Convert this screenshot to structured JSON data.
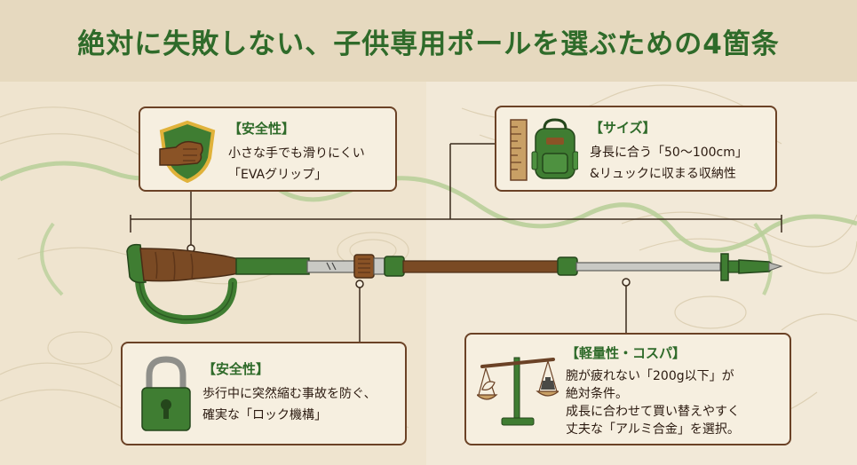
{
  "title": "絶対に失敗しない、子供専用ポールを選ぶための4箇条",
  "cards": {
    "grip": {
      "heading": "【安全性】",
      "line1": "小さな手でも滑りにくい",
      "line2": "「EVAグリップ」",
      "icon": "shield-hand-icon"
    },
    "size": {
      "heading": "【サイズ】",
      "line1": "身長に合う「50～100cm」",
      "line2": "&リュックに収まる収納性",
      "icon": "backpack-ruler-icon"
    },
    "lock": {
      "heading": "【安全性】",
      "line1": "歩行中に突然縮む事故を防ぐ、",
      "line2": "確実な「ロック機構」",
      "icon": "padlock-icon"
    },
    "weight": {
      "heading": "【軽量性・コスパ】",
      "line1": "腕が疲れない「200g以下」が",
      "line2": "絶対条件。",
      "line3": "成長に合わせて買い替えやすく",
      "line4": "丈夫な「アルミ合金」を選択。",
      "icon": "balance-scale-icon"
    }
  },
  "colors": {
    "title_green": "#2f6b2a",
    "pole_green": "#3f7d32",
    "wood_brown": "#7a4a24",
    "border_brown": "#6b4226",
    "background": "#efe4cf"
  }
}
